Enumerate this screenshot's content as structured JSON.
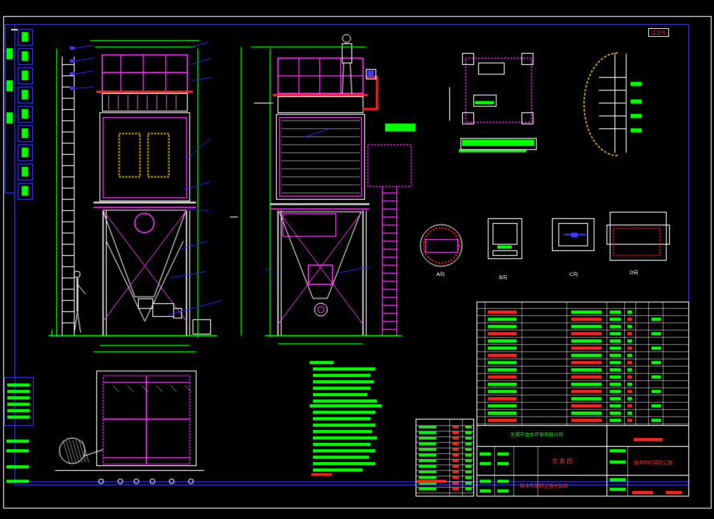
{
  "drawing": {
    "corner_tag_left": "",
    "corner_tag_right": "工艺号",
    "company": "无锡市金太环保有限公司",
    "title_main": "总 装 图",
    "title_product": "脉冲布袋除尘器总装图",
    "product_name": "脉冲喷吹袋除尘器",
    "drawing_no": "",
    "scale": "",
    "sheet": "",
    "view_labels": [
      "A向",
      "B向",
      "C向",
      "D向"
    ]
  },
  "colors": {
    "background": "#000000",
    "frame": "#3b3bff",
    "outline": "#ffffff",
    "structure": "#ff40ff",
    "annotation": "#00ff00",
    "hatch_fill": "#ff2020",
    "bag_frame": "#ffd400",
    "leader": "#2a2aff"
  },
  "windows": {
    "drawing_canvas": "cad-drawing-canvas"
  }
}
